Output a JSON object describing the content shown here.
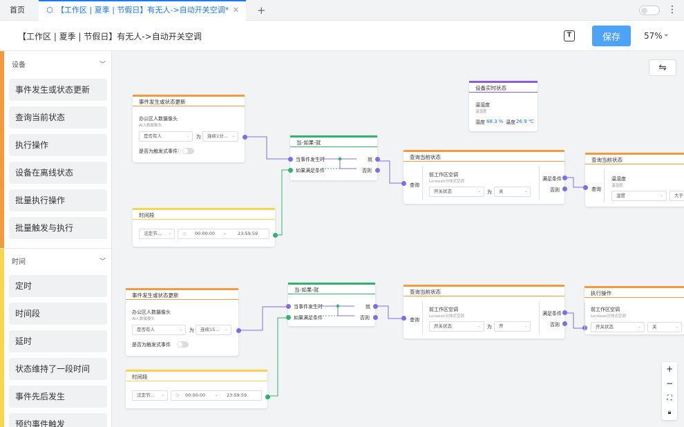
{
  "tabs": {
    "home": "首页",
    "active": "【工作区 | 夏季 | 节假日】有无人->自动开关空调*",
    "add": "+",
    "active_icon": "cube-icon",
    "close_icon": "close-icon"
  },
  "header": {
    "title": "【工作区 | 夏季 | 节假日】有无人->自动开关空调",
    "text_icon": "T",
    "save": "保存",
    "zoom": "57%"
  },
  "sidebar": {
    "device": {
      "title": "设备",
      "color": "#f29a3e",
      "items": [
        "事件发生或状态更新",
        "查询当前状态",
        "执行操作",
        "设备在离线状态",
        "批量执行操作",
        "批量触发与执行"
      ]
    },
    "time": {
      "title": "时间",
      "color": "#f5d64e",
      "items": [
        "定时",
        "时间段",
        "延时",
        "状态维持了一段时间",
        "事件先后发生",
        "预约事件触发"
      ]
    }
  },
  "flows": [
    {
      "event": {
        "title": "事件发生或状态更新",
        "device": "办公区人数摄像头",
        "device_sub": "AI人数摄像头",
        "condition": "是否有人",
        "op": "为",
        "value": "连续1分...",
        "toggle_label": "是否为触发式事件"
      },
      "timerange": {
        "title": "时间段",
        "select": "法定节...",
        "start": "00:00:00",
        "sep": "-",
        "end": "23:59:59"
      },
      "ifthen": {
        "title": "当-如果-就",
        "in1": "当事件发生时",
        "in2": "如果满足条件",
        "out_then": "就",
        "out_else": "否则"
      },
      "query": {
        "title": "查询当前状态",
        "in": "查询",
        "device": "前工作区空调",
        "device_sub": "Lorawan分体式空调",
        "state": "开关状态",
        "op": "为",
        "value": "关",
        "out_ok": "满足条件",
        "out_else": "否则"
      },
      "final": {
        "title": "查询当前状态",
        "in": "查询",
        "device": "温湿度",
        "device_sub": "温湿度",
        "state": "湿度",
        "op": "大于"
      }
    },
    {
      "event": {
        "title": "事件发生或状态更新",
        "device": "办公区人数摄像头",
        "device_sub": "AI人数摄像头",
        "condition": "是否有人",
        "op": "为",
        "value": "连续15...",
        "toggle_label": "是否为触发式事件"
      },
      "timerange": {
        "title": "时间段",
        "select": "法定节...",
        "start": "00:00:00",
        "sep": "-",
        "end": "23:59:59"
      },
      "ifthen": {
        "title": "当-如果-就",
        "in1": "当事件发生时",
        "in2": "如果满足条件",
        "out_then": "就",
        "out_else": "否则"
      },
      "query": {
        "title": "查询当前状态",
        "in": "查询",
        "device": "前工作区空调",
        "device_sub": "Lorawan分体式空调",
        "state": "开关状态",
        "op": "为",
        "value": "开",
        "out_ok": "满足条件",
        "out_else": "否则"
      },
      "final": {
        "title": "执行操作",
        "device": "前工作区空调",
        "device_sub": "Lorawan分体式空调",
        "state": "开关状态",
        "value": "关"
      }
    }
  ],
  "realtime": {
    "title": "设备实时状态",
    "device": "温湿度",
    "device_sub": "温湿度",
    "hum_label": "湿度",
    "hum": "68.3 %",
    "temp_label": "温度",
    "temp": "26.9 ℃"
  },
  "tools": {
    "swap_icon": "swap-icon",
    "zoom_in": "+",
    "zoom_out": "−",
    "fit_icon": "fit-screen-icon",
    "lock_icon": "lock-icon"
  },
  "colors": {
    "accent": "#1677ff",
    "save": "#4da3f7",
    "device": "#f29a3e",
    "time": "#f5d64e",
    "logic": "#2fb36e",
    "status": "#8a5cd6",
    "edge_event": "#7b6ee6",
    "edge_time": "#2fb36e"
  }
}
